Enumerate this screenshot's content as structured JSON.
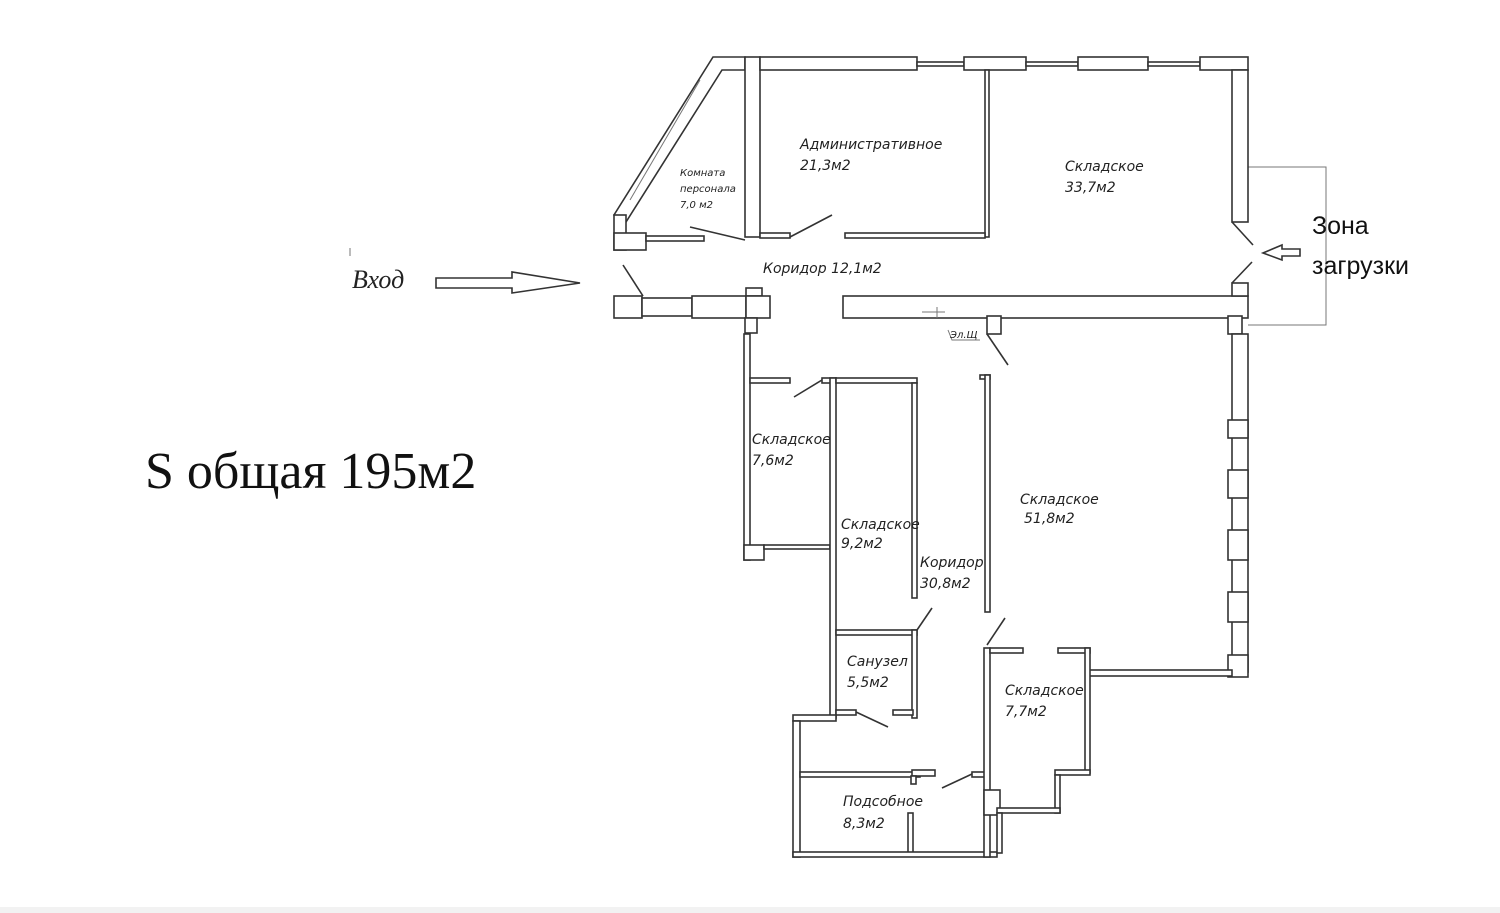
{
  "plan": {
    "total_area": "S общая 195м2",
    "entrance": "Вход",
    "loading_zone": [
      "Зона",
      "загрузки"
    ],
    "panel_label": "Эл.Щ",
    "rooms": [
      {
        "name": "Административное",
        "area": "21,3м2"
      },
      {
        "name": "Складское",
        "area": "33,7м2"
      },
      {
        "name": [
          "Комната",
          "персонала"
        ],
        "area": "7,0 м2"
      },
      {
        "name": "Коридор 12,1м2",
        "area": ""
      },
      {
        "name": "Складское",
        "area": "7,6м2"
      },
      {
        "name": "Складское",
        "area": "9,2м2"
      },
      {
        "name": "Коридор",
        "area": "30,8м2"
      },
      {
        "name": "Складское",
        "area": "51,8м2"
      },
      {
        "name": "Санузел",
        "area": "5,5м2"
      },
      {
        "name": "Складское",
        "area": "7,7м2"
      },
      {
        "name": "Подсобное",
        "area": "8,3м2"
      }
    ]
  }
}
